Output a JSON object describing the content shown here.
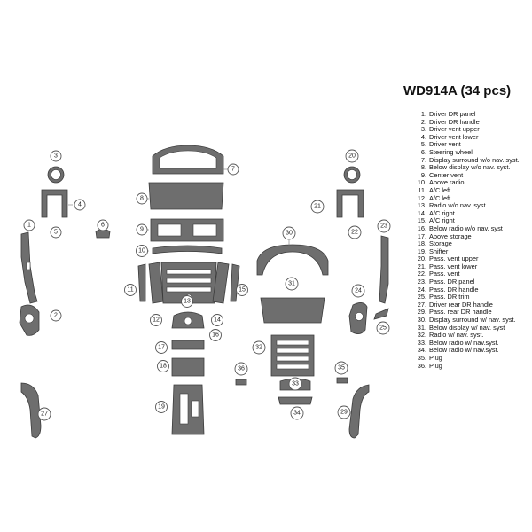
{
  "kit": {
    "title": "WD914A (34 pcs)"
  },
  "legend": [
    {
      "num": "1.",
      "label": "Driver DR panel"
    },
    {
      "num": "2.",
      "label": "Driver DR handle"
    },
    {
      "num": "3.",
      "label": "Driver vent upper"
    },
    {
      "num": "4.",
      "label": "Driver vent lower"
    },
    {
      "num": "5.",
      "label": "Driver vent"
    },
    {
      "num": "6.",
      "label": "Steering wheel"
    },
    {
      "num": "7.",
      "label": "Display surround w/o nav. syst."
    },
    {
      "num": "8.",
      "label": "Below display w/o nav. syst."
    },
    {
      "num": "9.",
      "label": "Center vent"
    },
    {
      "num": "10.",
      "label": "Above radio"
    },
    {
      "num": "11.",
      "label": "A/C left"
    },
    {
      "num": "12.",
      "label": "A/C left"
    },
    {
      "num": "13.",
      "label": "Radio w/o nav. syst."
    },
    {
      "num": "14.",
      "label": "A/C right"
    },
    {
      "num": "15.",
      "label": "A/C right"
    },
    {
      "num": "16.",
      "label": "Below radio w/o nav. syst"
    },
    {
      "num": "17.",
      "label": "Above storage"
    },
    {
      "num": "18.",
      "label": "Storage"
    },
    {
      "num": "19.",
      "label": "Shifter"
    },
    {
      "num": "20.",
      "label": "Pass. vent upper"
    },
    {
      "num": "21.",
      "label": "Pass. vent lower"
    },
    {
      "num": "22.",
      "label": "Pass. vent"
    },
    {
      "num": "23.",
      "label": "Pass. DR panel"
    },
    {
      "num": "24.",
      "label": "Pass. DR handle"
    },
    {
      "num": "25.",
      "label": "Pass. DR trim"
    },
    {
      "num": "27.",
      "label": "Driver rear DR handle"
    },
    {
      "num": "29.",
      "label": "Pass. rear DR handle"
    },
    {
      "num": "30.",
      "label": "Display surround w/ nav. syst."
    },
    {
      "num": "31.",
      "label": "Below display w/ nav. syst"
    },
    {
      "num": "32.",
      "label": "Radio w/ nav. syst."
    },
    {
      "num": "33.",
      "label": "Below radio w/ nav.syst."
    },
    {
      "num": "34.",
      "label": "Below radio w/ nav.syst."
    },
    {
      "num": "35.",
      "label": "Plug"
    },
    {
      "num": "36.",
      "label": "Plug"
    }
  ],
  "callouts": [
    "1",
    "2",
    "3",
    "4",
    "5",
    "6",
    "7",
    "8",
    "9",
    "10",
    "11",
    "12",
    "13",
    "14",
    "15",
    "16",
    "17",
    "18",
    "19",
    "20",
    "21",
    "22",
    "23",
    "24",
    "25",
    "27",
    "29",
    "30",
    "31",
    "32",
    "33",
    "34",
    "35",
    "36"
  ],
  "colors": {
    "part_fill": "#6e6e6e",
    "part_outline": "#3c3c3c",
    "callout_outline": "#555555",
    "background": "#ffffff"
  }
}
